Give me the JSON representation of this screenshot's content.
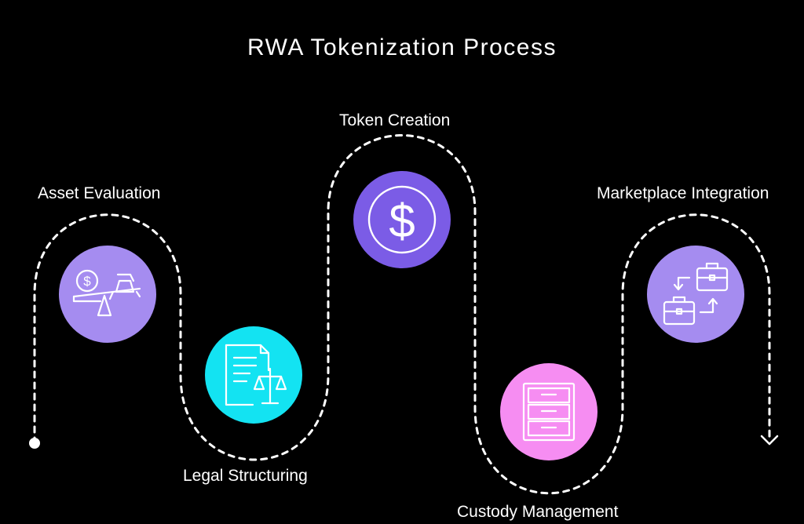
{
  "title": "RWA Tokenization Process",
  "steps": [
    {
      "label": "Asset Evaluation",
      "icon": "scale-coin-gold-icon",
      "color": "#A58CF0"
    },
    {
      "label": "Legal Structuring",
      "icon": "legal-document-scale-icon",
      "color": "#13E3F2"
    },
    {
      "label": "Token Creation",
      "icon": "dollar-coin-icon",
      "color": "#7B5CE6"
    },
    {
      "label": "Custody Management",
      "icon": "filing-cabinet-icon",
      "color": "#F68DF2"
    },
    {
      "label": "Marketplace Integration",
      "icon": "briefcase-exchange-icon",
      "color": "#A58CF0"
    }
  ]
}
